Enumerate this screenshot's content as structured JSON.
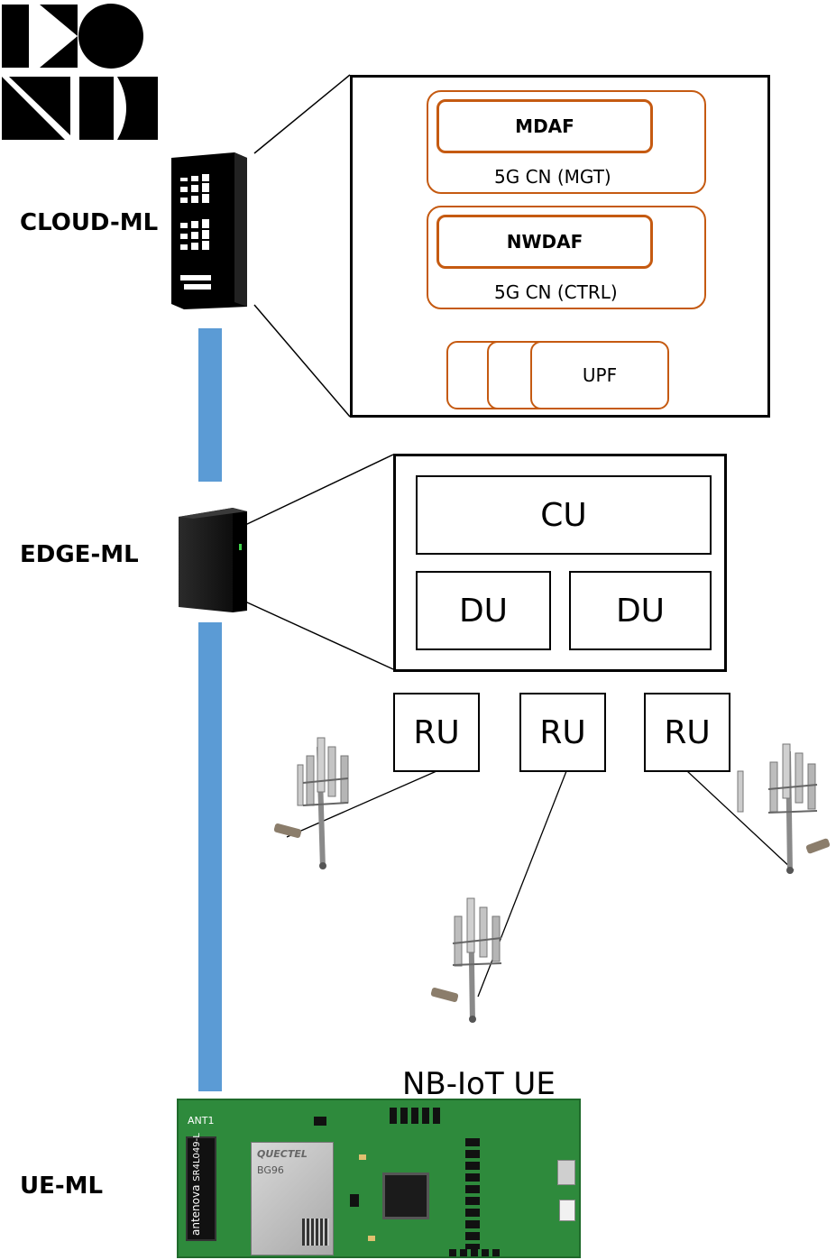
{
  "tiers": {
    "cloud": "CLOUD-ML",
    "edge": "EDGE-ML",
    "ue": "UE-ML"
  },
  "cloud_box": {
    "mdaf": "MDAF",
    "cn_mgt": "5G CN (MGT)",
    "nwdaf": "NWDAF",
    "cn_ctrl": "5G CN (CTRL)",
    "upf": "UPF"
  },
  "edge_box": {
    "cu": "CU",
    "du_left": "DU",
    "du_right": "DU"
  },
  "radio_units": [
    "RU",
    "RU",
    "RU"
  ],
  "ue_device": {
    "title": "NB-IoT UE",
    "antenna_label": "antenova",
    "antenna_part": "SR4L049-L",
    "module_brand": "QUECTEL",
    "module_model": "BG96",
    "ant_label": "ANT1"
  },
  "colors": {
    "link_bar": "#5b9bd5",
    "core_outline": "#c55a11"
  }
}
